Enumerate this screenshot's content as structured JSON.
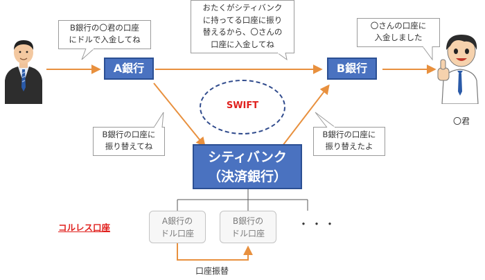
{
  "colors": {
    "arrow": "#e8903e",
    "bank_fill": "#4a72c0",
    "bank_border": "#2b4f93",
    "swift_dash": "#2f4a8c",
    "emphasis_red": "#e0201d",
    "account_text": "#7a7a7a"
  },
  "nodes": {
    "bank_a": "A銀行",
    "bank_b": "B銀行",
    "citibank_line1": "シティバンク",
    "citibank_line2": "（決済銀行）",
    "swift": "SWIFT",
    "recipient_caption": "〇君"
  },
  "bubbles": {
    "sender_to_bank_a": "B銀行の〇君の口座\nにドルで入金してね",
    "bank_a_to_bank_b": "おたくがシティバンク\nに持ってる口座に振り\n替えるから、〇さんの\n口座に入金してね",
    "bank_b_to_recipient": "〇さんの口座に\n入金しました",
    "bank_a_to_citibank": "B銀行の口座に\n振り替えてね",
    "citibank_to_bank_b": "B銀行の口座に\n振り替えたよ"
  },
  "correspondent": {
    "label": "コルレス口座",
    "accounts": [
      "A銀行の\nドル口座",
      "B銀行の\nドル口座"
    ],
    "more": "・・・",
    "transfer_caption": "口座振替"
  }
}
